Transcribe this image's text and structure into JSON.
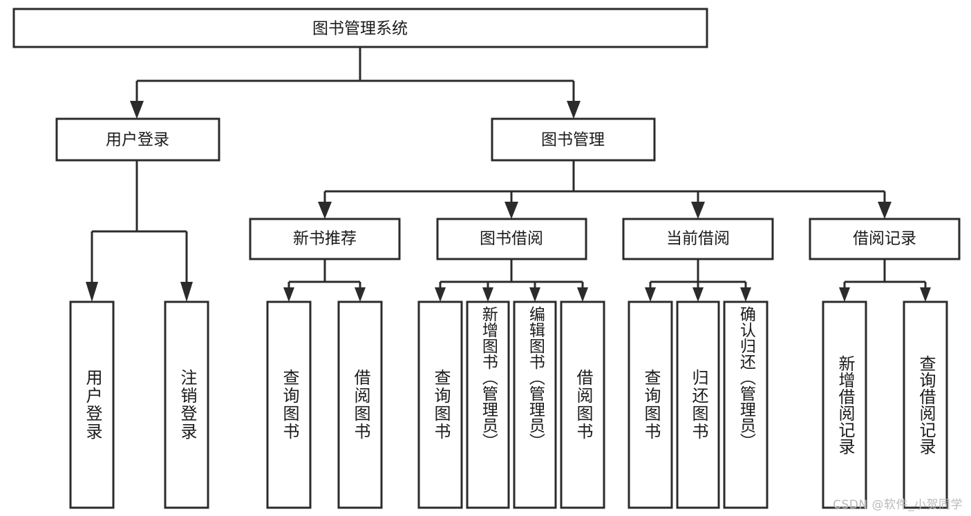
{
  "diagram": {
    "title": "图书管理系统",
    "type": "tree",
    "watermark": "CSDN @软件_小贺同学",
    "colors": {
      "box_stroke": "#2b2b2b",
      "box_fill": "#ffffff",
      "text": "#1a1a1a",
      "background": "#ffffff",
      "watermark": "#b9b9b9"
    },
    "levels": {
      "root": {
        "label": "图书管理系统"
      },
      "level2": [
        {
          "label": "用户登录"
        },
        {
          "label": "图书管理"
        }
      ],
      "level3": [
        {
          "label": "新书推荐"
        },
        {
          "label": "图书借阅"
        },
        {
          "label": "当前借阅"
        },
        {
          "label": "借阅记录"
        }
      ],
      "leaves": {
        "user_login": [
          {
            "label": "用户登录"
          },
          {
            "label": "注销登录"
          }
        ],
        "new_book_recommend": [
          {
            "label": "查询图书"
          },
          {
            "label": "借阅图书"
          }
        ],
        "book_borrow": [
          {
            "label": "查询图书"
          },
          {
            "label": "新增图书（管理员）"
          },
          {
            "label": "编辑图书（管理员）"
          },
          {
            "label": "借阅图书"
          }
        ],
        "current_borrow": [
          {
            "label": "查询图书"
          },
          {
            "label": "归还图书"
          },
          {
            "label": "确认归还（管理员）"
          }
        ],
        "borrow_record": [
          {
            "label": "新增借阅记录"
          },
          {
            "label": "查询借阅记录"
          }
        ]
      }
    }
  }
}
